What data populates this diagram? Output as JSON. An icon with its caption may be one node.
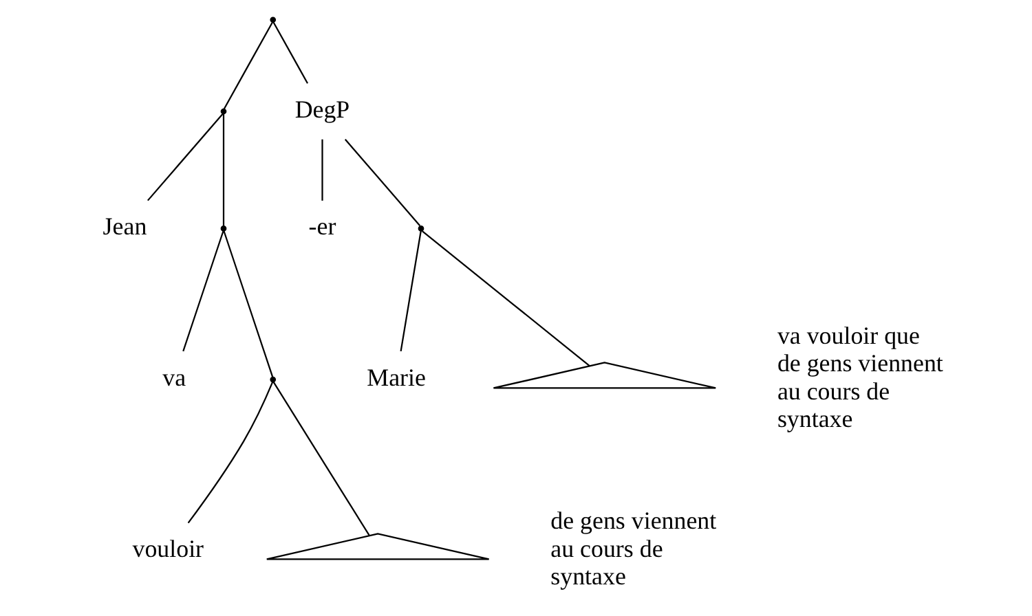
{
  "diagram": {
    "nodes": [
      {
        "text": [],
        "shape": "point"
      },
      {
        "text": [],
        "shape": "point"
      },
      {
        "text": [
          "DegP"
        ]
      },
      {
        "text": [
          "Jean"
        ]
      },
      {
        "text": [],
        "shape": "point"
      },
      {
        "text": [
          "va"
        ]
      },
      {
        "text": [],
        "shape": "point"
      },
      {
        "text": [
          "vouloir"
        ]
      },
      {
        "text": [],
        "shape": "triangle",
        "beside": [
          "de gens viennent au cours de syntaxe"
        ]
      },
      {
        "text": [
          "-er"
        ]
      },
      {
        "text": [],
        "shape": "point"
      },
      {
        "text": [
          "Marie"
        ]
      },
      {
        "text": [],
        "shape": "triangle",
        "beside": [
          "va vouloir que de gens viennent au cours de syntaxe"
        ]
      }
    ],
    "edges": [
      {
        "from": 0,
        "to": 1,
        "arrow": "none"
      },
      {
        "from": 0,
        "to": 2,
        "arrow": "none"
      },
      {
        "from": 1,
        "to": 3,
        "arrow": "none"
      },
      {
        "from": 1,
        "to": 4,
        "arrow": "none"
      },
      {
        "from": 4,
        "to": 5,
        "arrow": "none"
      },
      {
        "from": 4,
        "to": 6,
        "arrow": "none"
      },
      {
        "from": 6,
        "to": 7,
        "arrow": "none"
      },
      {
        "from": 6,
        "to": 8,
        "arrow": "none"
      },
      {
        "from": 2,
        "to": 9,
        "arrow": "none"
      },
      {
        "from": 2,
        "to": 10,
        "arrow": "none"
      },
      {
        "from": 10,
        "to": 11,
        "arrow": "none"
      },
      {
        "from": 10,
        "to": 12,
        "arrow": "none"
      }
    ]
  }
}
